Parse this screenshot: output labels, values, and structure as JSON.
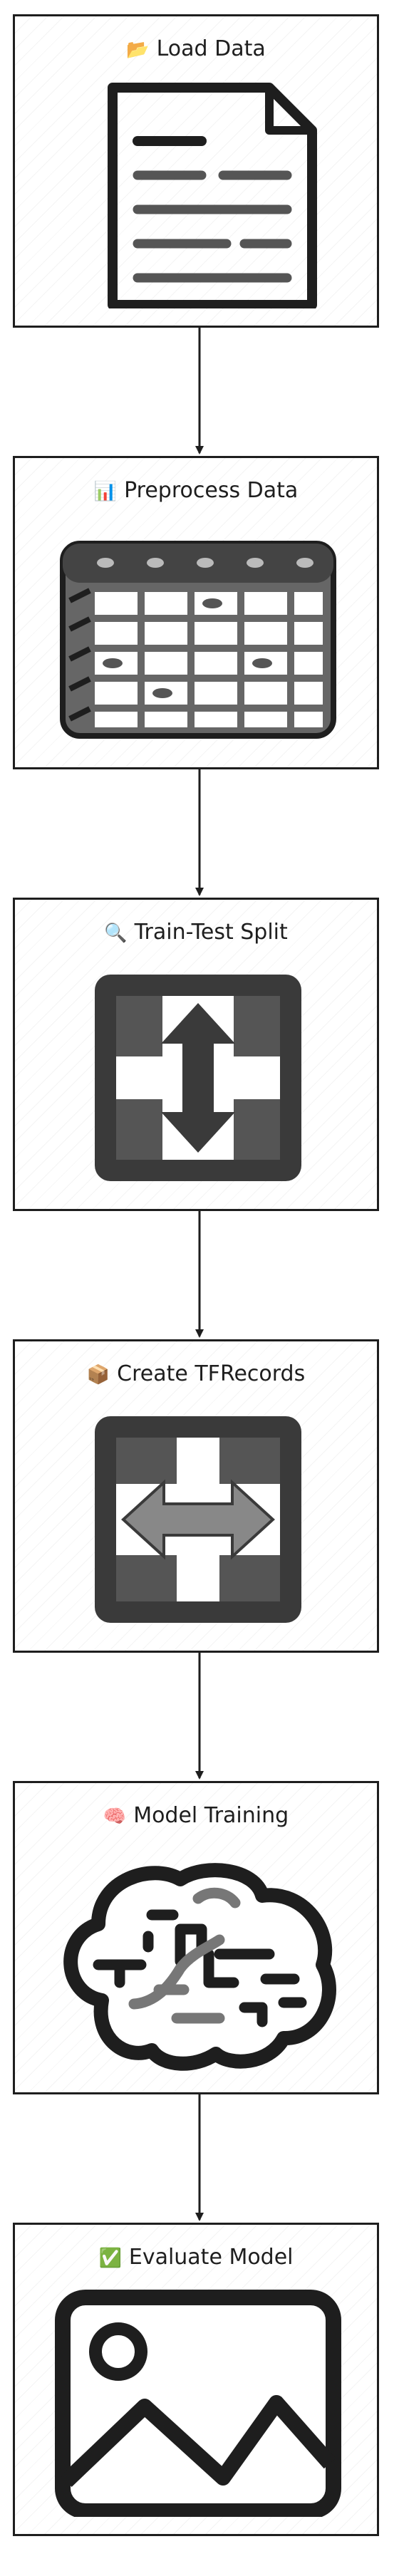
{
  "steps": [
    {
      "emoji": "📂",
      "label": "Load Data",
      "icon": "document-icon"
    },
    {
      "emoji": "📊",
      "label": "Preprocess Data",
      "icon": "table-icon"
    },
    {
      "emoji": "🔍",
      "label": "Train-Test Split",
      "icon": "vertical-split-icon"
    },
    {
      "emoji": "📦",
      "label": "Create TFRecords",
      "icon": "horizontal-split-icon"
    },
    {
      "emoji": "🧠",
      "label": "Model Training",
      "icon": "brain-icon"
    },
    {
      "emoji": "✅",
      "label": "Evaluate Model",
      "icon": "image-icon"
    }
  ],
  "colors": {
    "stroke": "#1e1e1e",
    "background": "#ffffff"
  }
}
